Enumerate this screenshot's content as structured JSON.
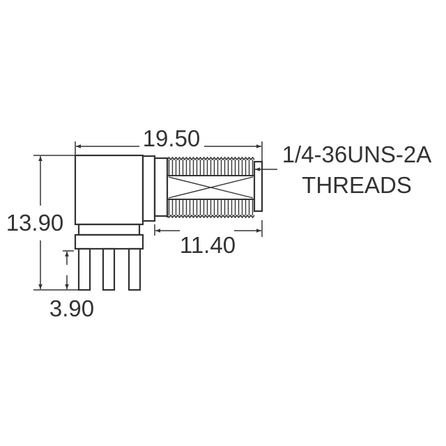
{
  "diagram": {
    "subject": "Right-angle PCB-mount threaded RF connector outline drawing",
    "colors": {
      "line": "#333333",
      "background": "#ffffff"
    },
    "dimensions": {
      "overall_length": {
        "value": "19.50"
      },
      "overall_height": {
        "value": "13.90"
      },
      "pin_length": {
        "value": "3.90"
      },
      "thread_length": {
        "value": "11.40"
      }
    },
    "callout": {
      "line1": "1/4-36UNS-2A",
      "line2": "THREADS"
    }
  }
}
